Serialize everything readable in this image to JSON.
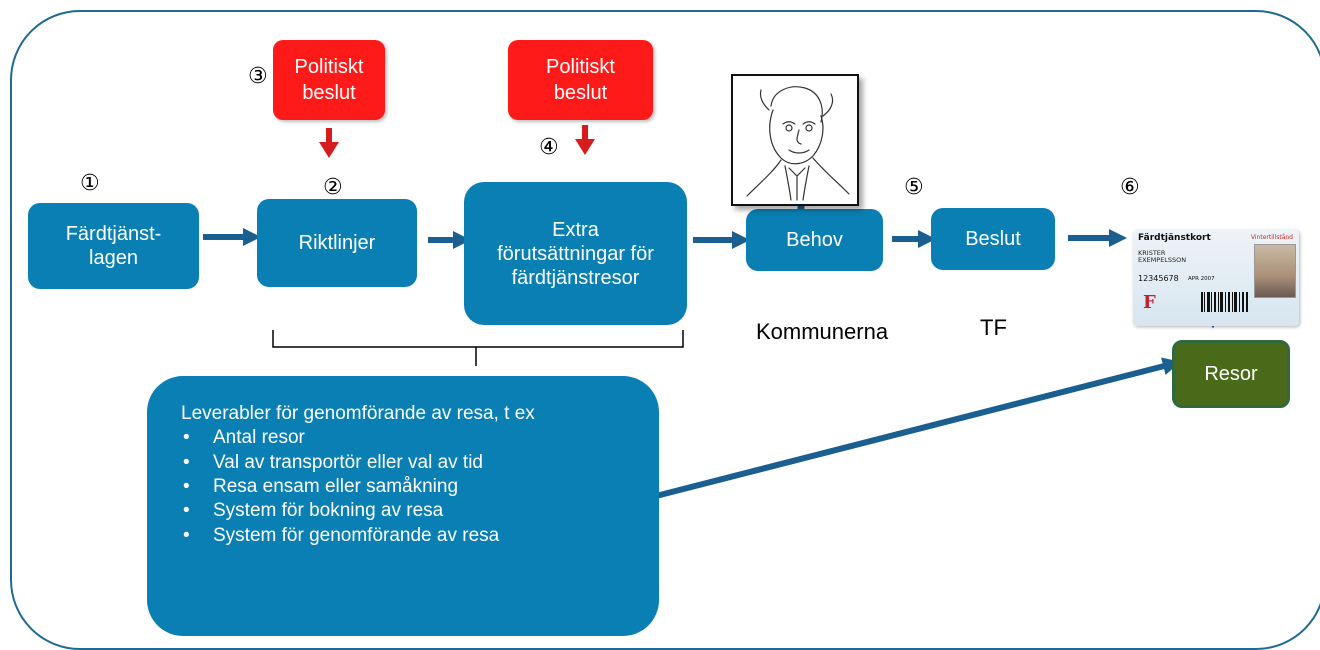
{
  "markers": [
    "①",
    "②",
    "③",
    "④",
    "⑤",
    "⑥"
  ],
  "decisions": {
    "first": "Politiskt beslut",
    "second": "Politiskt beslut"
  },
  "steps": {
    "lagen": "Färdtjänst-lagen",
    "riktlinjer": "Riktlinjer",
    "extra": "Extra förutsättningar för färdtjänstresor",
    "behov": "Behov",
    "beslut": "Beslut"
  },
  "labels": {
    "kommunerna": "Kommunerna",
    "tf": "TF"
  },
  "deliverables": {
    "heading": "Leverabler för genomförande av resa, t ex",
    "items": [
      "Antal resor",
      "Val av transportör eller val av tid",
      "Resa ensam eller samåkning",
      "System för bokning av resa",
      "System för genomförande av resa"
    ]
  },
  "outcome": "Resor",
  "card": {
    "title": "Färdtjänstkort",
    "tag": "Vintertillstånd",
    "name_line1": "KRISTER",
    "name_line2": "EXEMPELSSON",
    "id": "12345678",
    "expiry": "APR 2007",
    "logo": "F"
  },
  "colors": {
    "process_blue": "#0a7fb4",
    "decision_red": "#ff1a1a",
    "arrow_blue": "#1a5f8f",
    "arrow_red": "#d61c1c",
    "outcome_green": "#4a6a1a",
    "frame": "#1f6a93"
  }
}
